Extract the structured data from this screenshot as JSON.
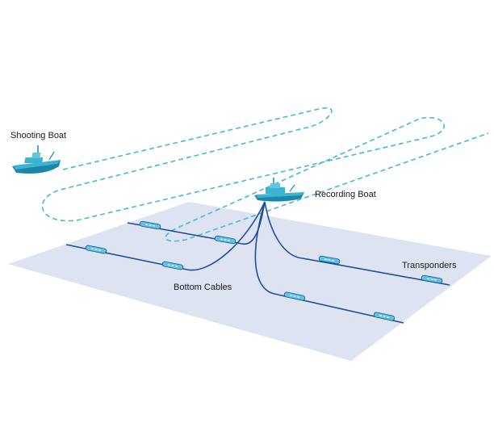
{
  "labels": {
    "shooting_boat": "Shooting Boat",
    "recording_boat": "Recording Boat",
    "transponders": "Transponders",
    "bottom_cables": "Bottom Cables"
  },
  "colors": {
    "seabed": "#dde3f1",
    "cable": "#1f4e9a",
    "shot_path": "#4ab8d2",
    "boat": "#3bb4d3",
    "boat_dark": "#1d86a8"
  },
  "icons": [
    "shooting-boat-icon",
    "recording-boat-icon",
    "transponder-icon"
  ]
}
